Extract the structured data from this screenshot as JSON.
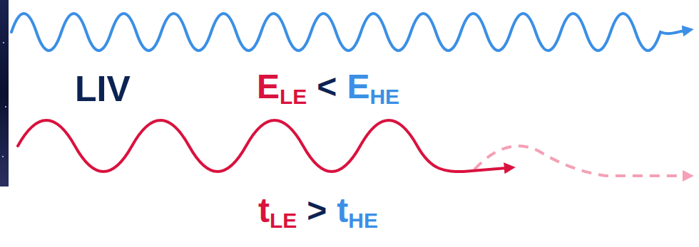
{
  "diagram": {
    "labels": [
      "LIV",
      "E",
      "LE",
      "<",
      "E",
      "HE",
      "t",
      "LE",
      ">",
      "t",
      "HE"
    ]
  }
}
